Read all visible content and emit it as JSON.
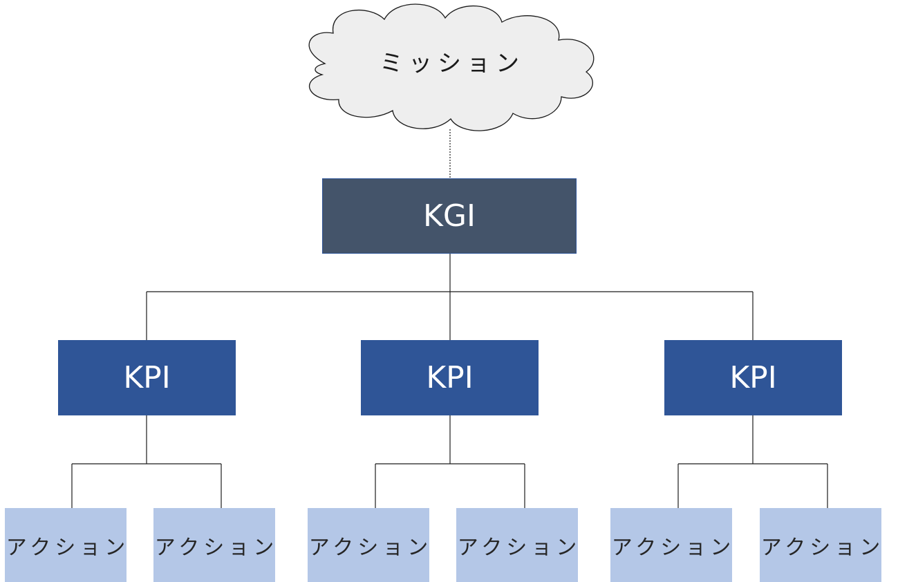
{
  "diagram": {
    "mission": {
      "label": "ミッション"
    },
    "kgi": {
      "label": "KGI"
    },
    "kpis": [
      {
        "label": "KPI"
      },
      {
        "label": "KPI"
      },
      {
        "label": "KPI"
      }
    ],
    "actions": [
      {
        "label": "アクション"
      },
      {
        "label": "アクション"
      },
      {
        "label": "アクション"
      },
      {
        "label": "アクション"
      },
      {
        "label": "アクション"
      },
      {
        "label": "アクション"
      }
    ],
    "colors": {
      "mission_fill": "#eeeeee",
      "kgi_fill": "#44546a",
      "kpi_fill": "#2f5597",
      "action_fill": "#b4c7e7",
      "connector": "#1a1a1a"
    }
  }
}
